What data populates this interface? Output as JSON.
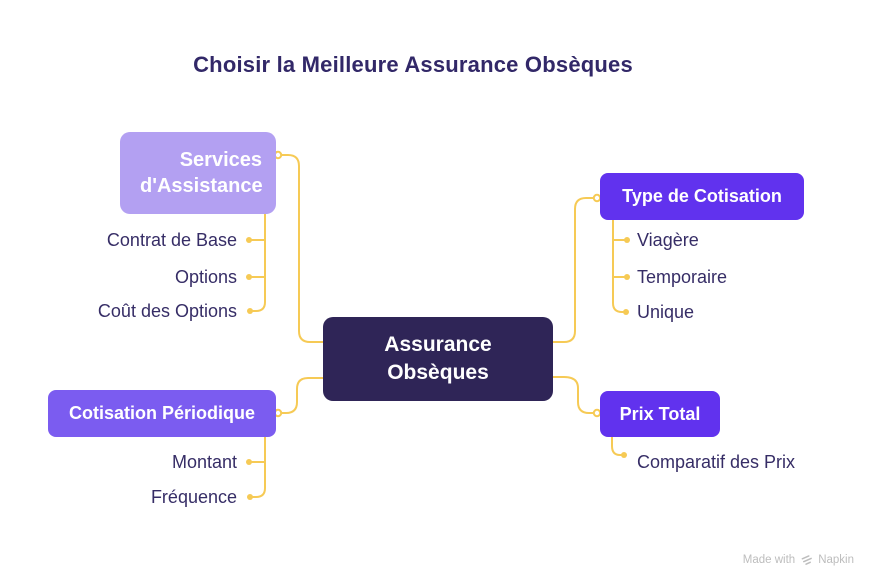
{
  "title": "Choisir la Meilleure Assurance Obsèques",
  "colors": {
    "title_text": "#322868",
    "leaf_text": "#362d66",
    "central_bg": "#2f2557",
    "light_purple": "#b3a0f2",
    "medium_purple": "#7b5cf0",
    "vivid_purple": "#6132ee",
    "connector": "#f6ca55",
    "node_text": "#ffffff",
    "watermark_gray": "#bdbdbd",
    "canvas_bg": "#ffffff"
  },
  "mindmap": {
    "center": {
      "label": "Assurance Obsèques"
    },
    "branches": [
      {
        "label": "Services d'Assistance",
        "children": [
          "Contrat de Base",
          "Options",
          "Coût des Options"
        ]
      },
      {
        "label": "Cotisation Périodique",
        "children": [
          "Montant",
          "Fréquence"
        ]
      },
      {
        "label": "Type de Cotisation",
        "children": [
          "Viagère",
          "Temporaire",
          "Unique"
        ]
      },
      {
        "label": "Prix Total",
        "children": [
          "Comparatif des Prix"
        ]
      }
    ]
  },
  "footer": {
    "made_with": "Made with",
    "brand": "Napkin"
  }
}
